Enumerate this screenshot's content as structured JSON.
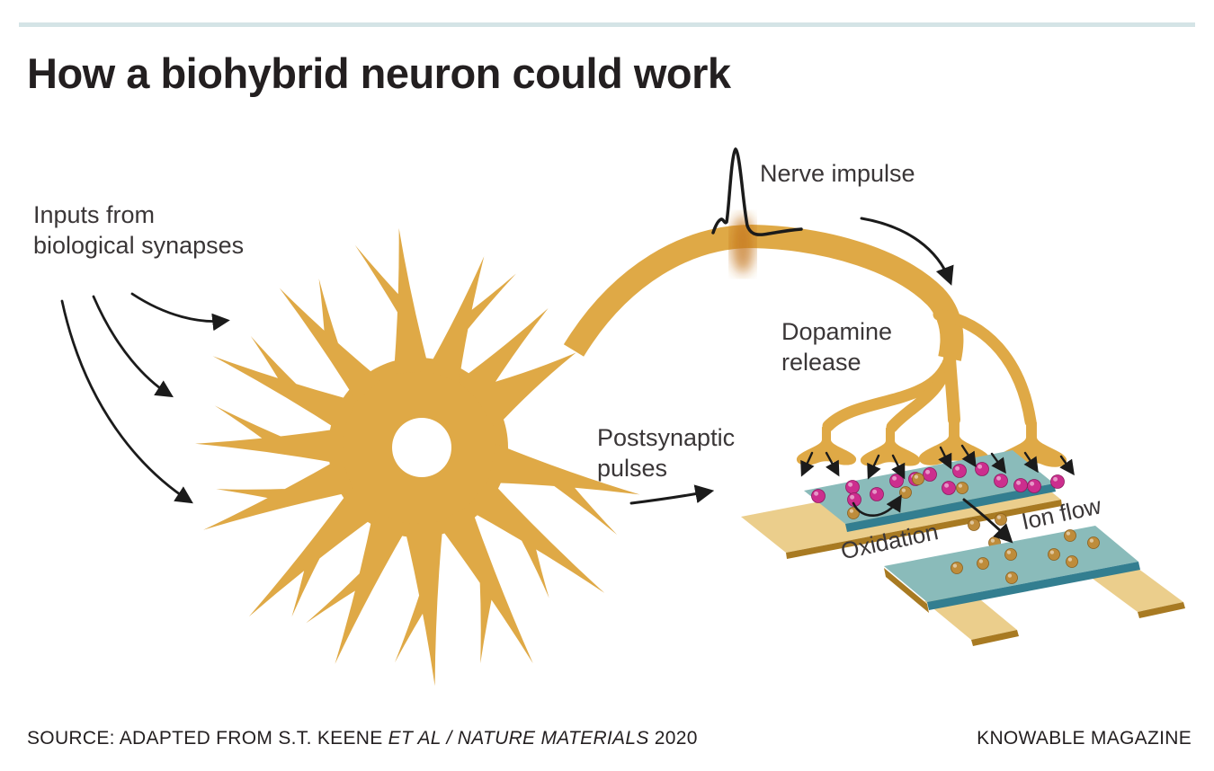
{
  "colors": {
    "gold": "#DFA946",
    "glow_orange": "#C4761B",
    "plate_teal": "#8ABBBA",
    "plate_teal_edge": "#337E90",
    "electrode_tan": "#EBCE8C",
    "electrode_edge": "#A87A22",
    "dopamine_pink": "#CC2E8E",
    "pink_edge": "#8D1B60",
    "ion_gold": "#BE8C3B",
    "ion_edge": "#8A5F1D",
    "arrow_black": "#1B1B1B",
    "rule_teal": "#D4E4E6",
    "title_text": "#231F20",
    "label_text": "#3A3637"
  },
  "header": {
    "title": "How a biohybrid neuron could work"
  },
  "labels": {
    "inputs": "Inputs from\nbiological synapses",
    "nerve_impulse": "Nerve impulse",
    "dopamine_release": "Dopamine\nrelease",
    "postsynaptic_pulses": "Postsynaptic\npulses",
    "oxidation": "Oxidation",
    "ion_flow": "Ion flow"
  },
  "footer": {
    "source_prefix": "SOURCE: ADAPTED FROM S.T. KEENE ",
    "source_italic": "ET AL / NATURE MATERIALS",
    "source_suffix": " 2020",
    "credit": "KNOWABLE MAGAZINE"
  }
}
